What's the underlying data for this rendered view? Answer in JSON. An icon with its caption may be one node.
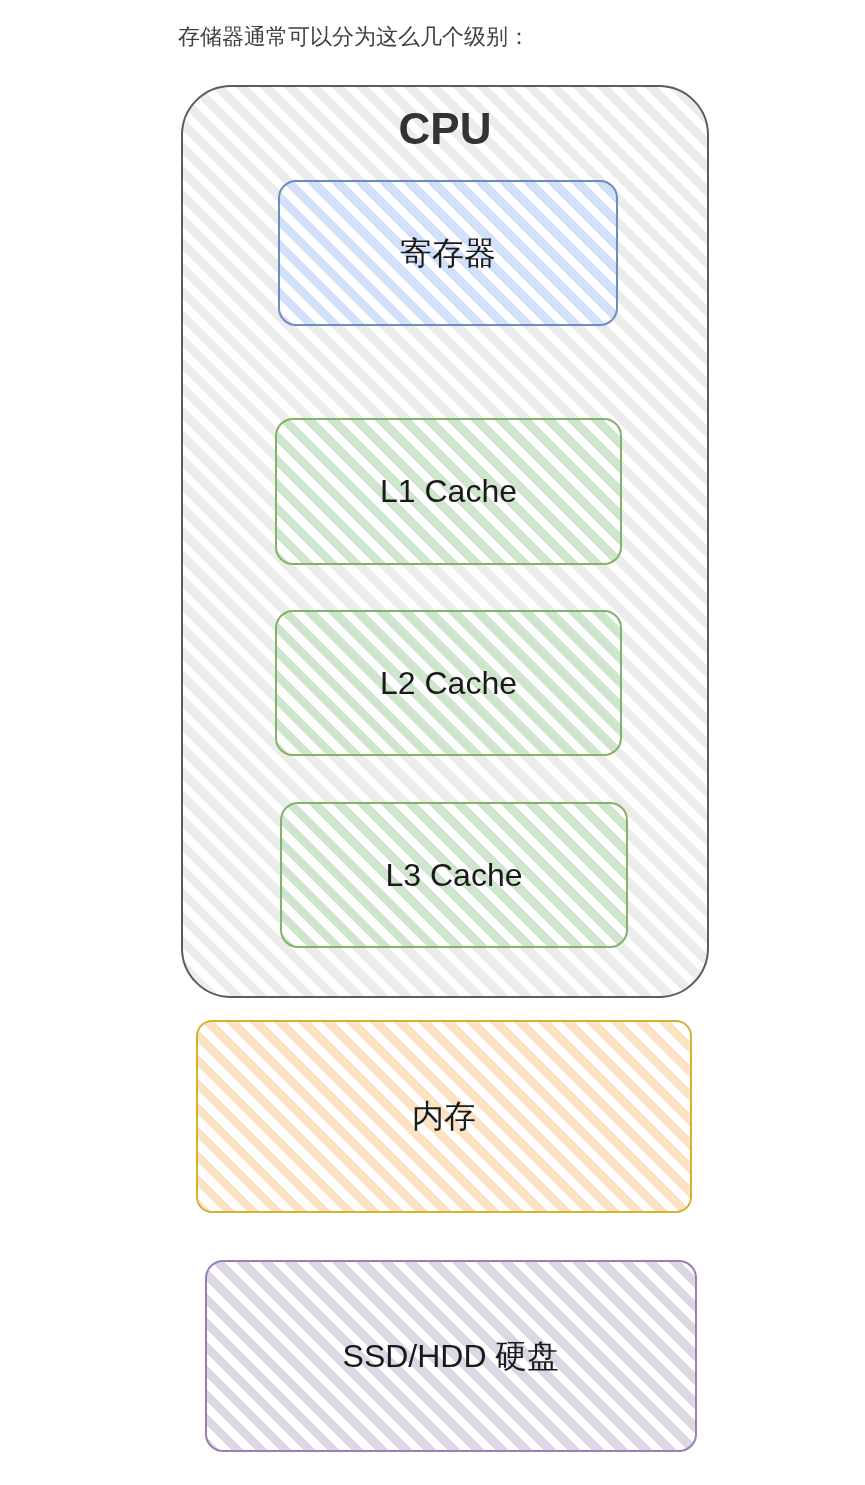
{
  "diagram": {
    "title": "存储器通常可以分为这么几个级别：",
    "nodes": [
      {
        "text": [
          "CPU"
        ]
      },
      {
        "text": [
          "寄存器"
        ],
        "in": 0
      },
      {
        "text": [
          "L1 Cache"
        ],
        "in": 0
      },
      {
        "text": [
          "L2 Cache"
        ],
        "in": 0
      },
      {
        "text": [
          "L3 Cache"
        ],
        "in": 0
      },
      {
        "text": [
          "内存"
        ]
      },
      {
        "text": [
          "SSD/HDD 硬盘"
        ]
      }
    ]
  }
}
